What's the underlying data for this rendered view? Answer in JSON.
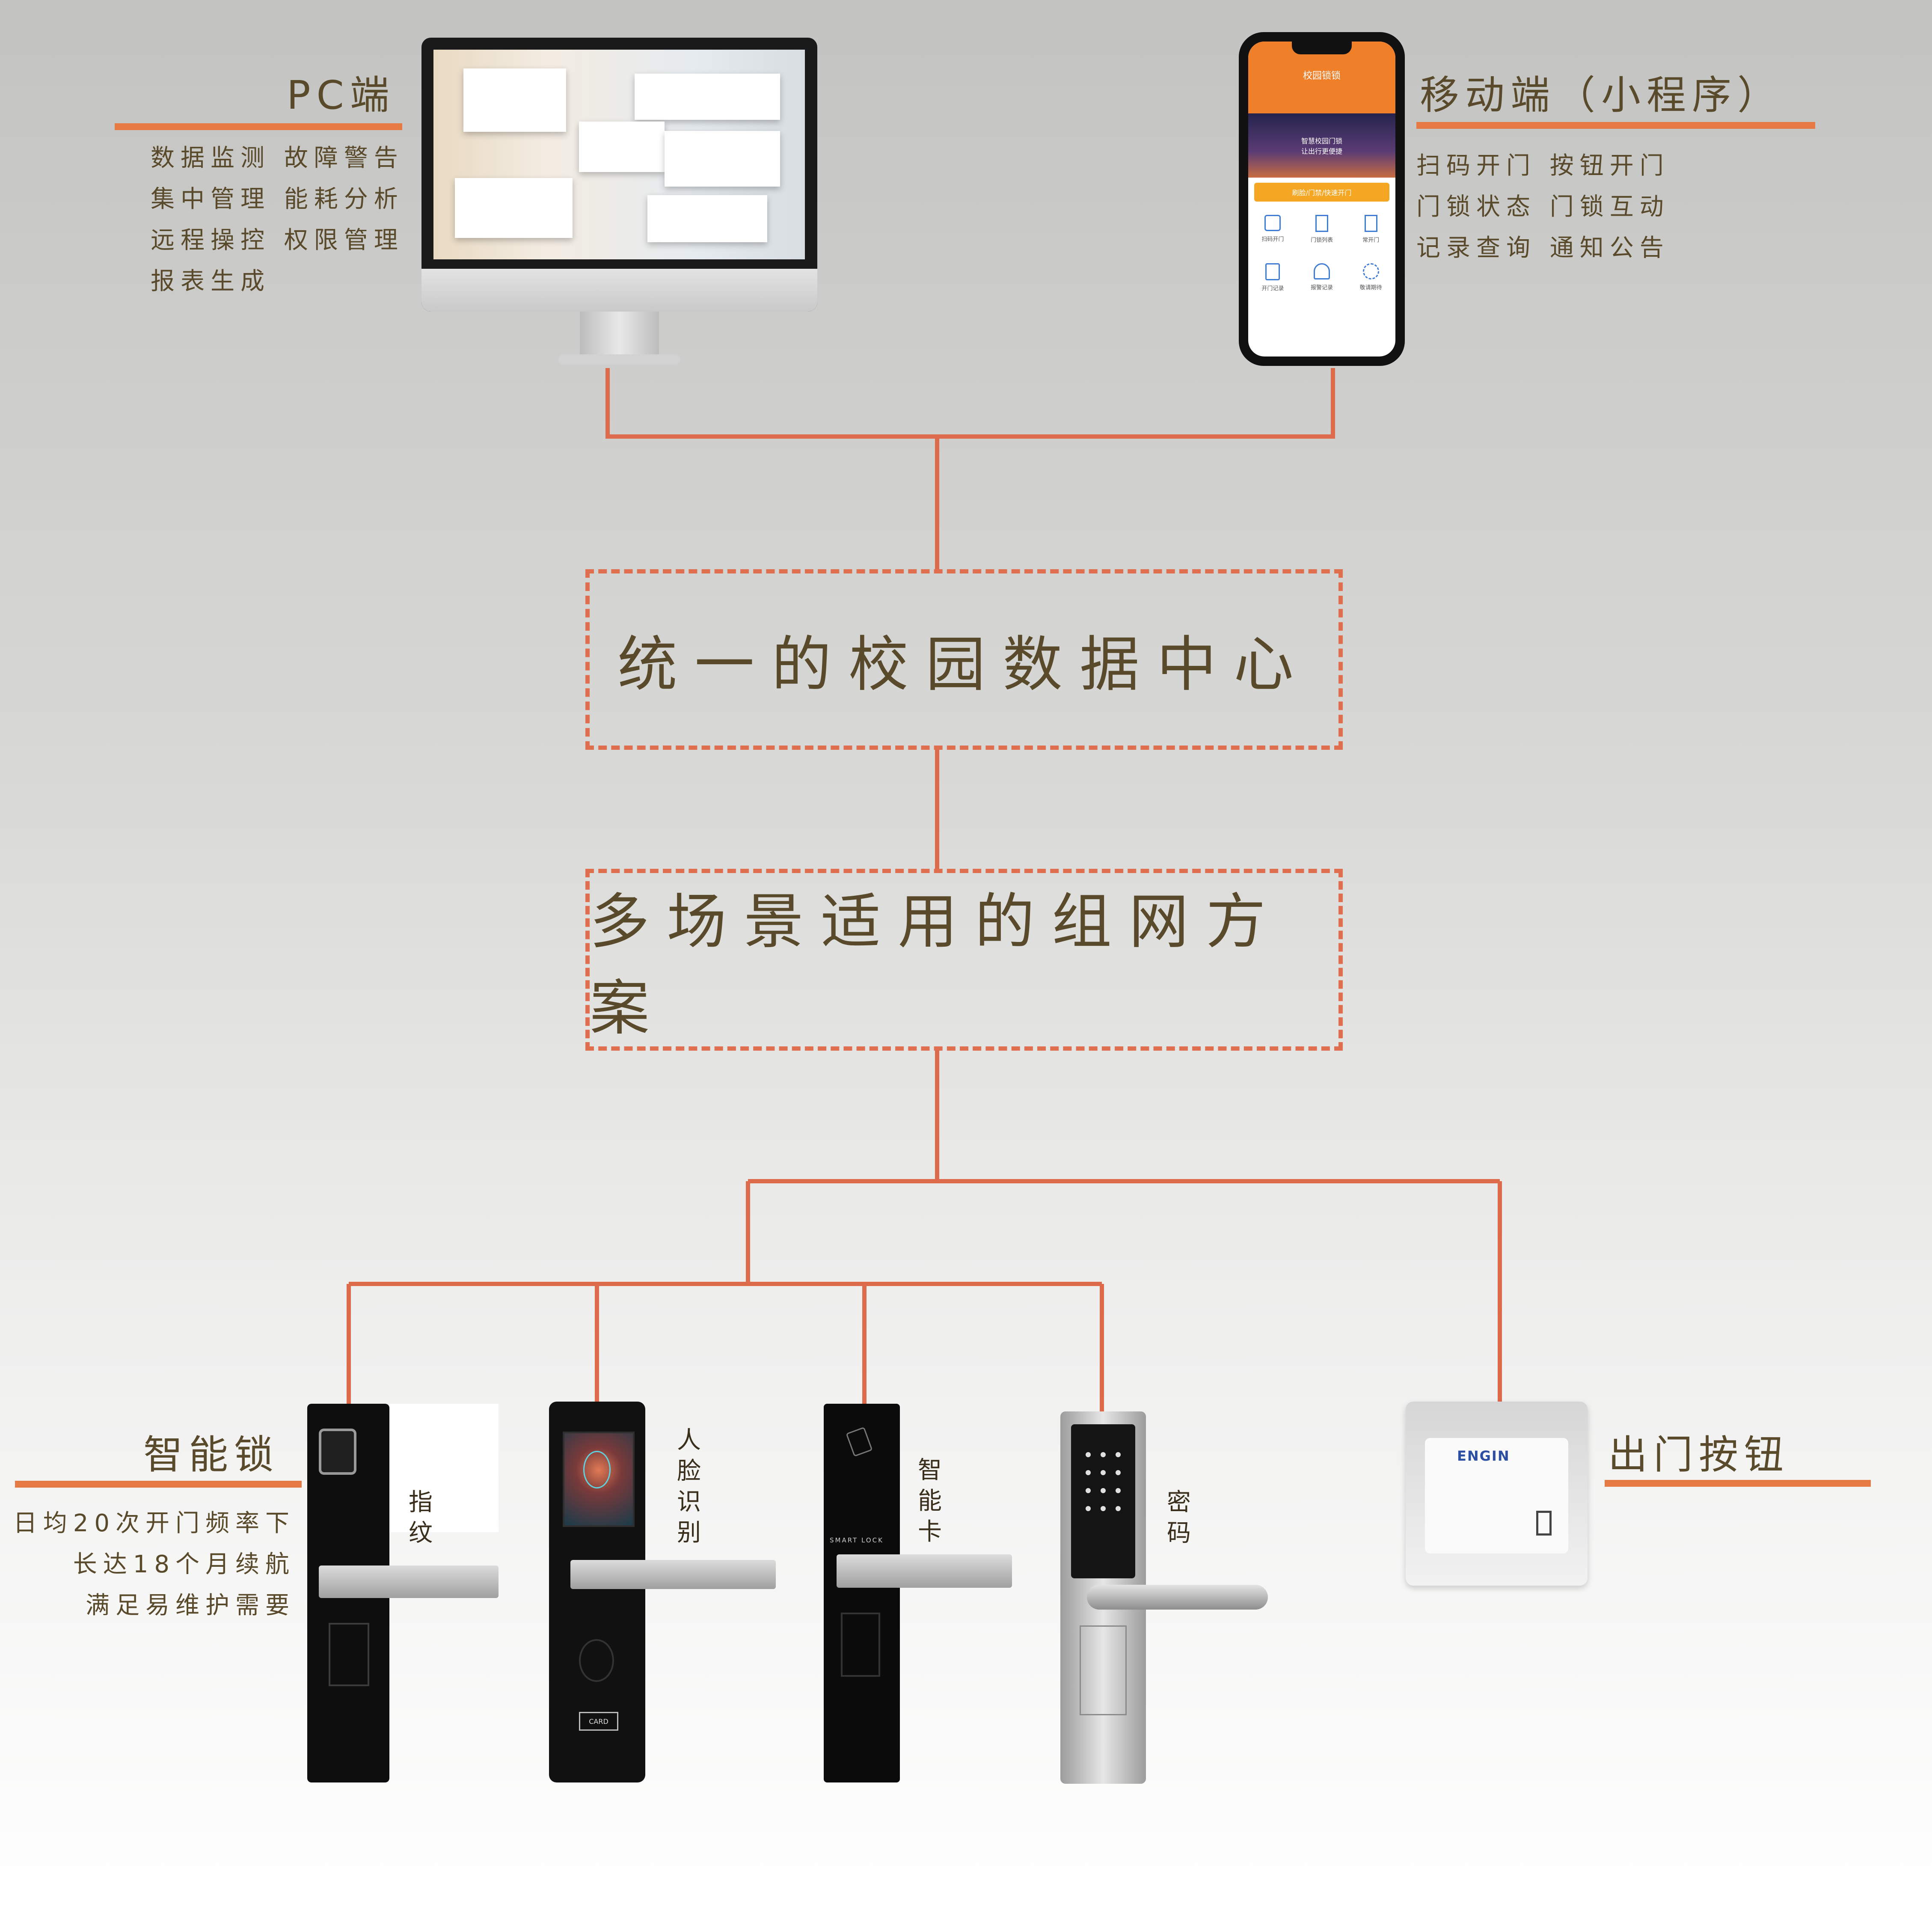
{
  "colors": {
    "accent": "#e57a45",
    "connector": "#dd6a4a",
    "text": "#5a4a2c",
    "dark": "#3a2f1c"
  },
  "pc": {
    "title": "PC端",
    "features": [
      "数据监测 故障警告",
      "集中管理 能耗分析",
      "远程操控 权限管理",
      "报表生成"
    ]
  },
  "mobile": {
    "title": "移动端（小程序）",
    "features": [
      "扫码开门 按钮开门",
      "门锁状态 门锁互动",
      "记录查询 通知公告"
    ],
    "screen": {
      "header": "校园锁锁",
      "banner_lines": [
        "智慧校园门锁",
        "让出行更便捷"
      ],
      "action": "刷脸/门禁/快速开门",
      "tiles": [
        "扫码开门",
        "门锁列表",
        "常开门",
        "开门记录",
        "报警记录",
        "敬请期待"
      ]
    }
  },
  "hubs": {
    "data_center": "统一的校园数据中心",
    "network": "多场景适用的组网方案"
  },
  "smart_lock": {
    "title": "智能锁",
    "features": [
      "日均20次开门频率下",
      "长达18个月续航",
      "满足易维护需要"
    ]
  },
  "locks": [
    {
      "label": [
        "指",
        "纹"
      ]
    },
    {
      "label": [
        "人",
        "脸",
        "识",
        "别"
      ],
      "card_text": "CARD"
    },
    {
      "label": [
        "智",
        "能",
        "卡"
      ],
      "brand_text": "SMART LOCK"
    },
    {
      "label": [
        "密",
        "码"
      ]
    }
  ],
  "exit_button": {
    "title": "出门按钮",
    "brand": "ENGIN"
  }
}
